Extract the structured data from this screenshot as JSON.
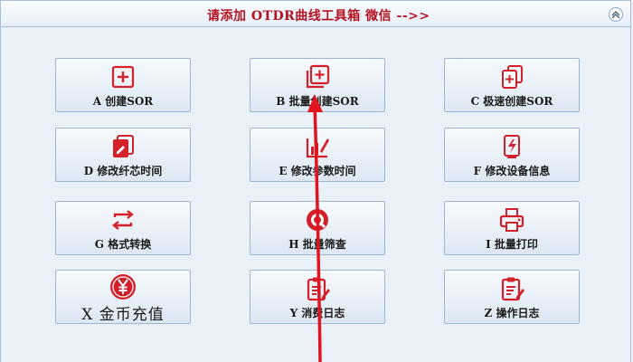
{
  "header": {
    "title": "请添加 OTDR曲线工具箱 微信 -->>"
  },
  "colors": {
    "accent": "#d3212b",
    "text": "#1a1a1a"
  },
  "tiles": [
    {
      "label": "A 创建SOR",
      "icon": "plus-square-icon"
    },
    {
      "label": "B 批量创建SOR",
      "icon": "batch-plus-icon"
    },
    {
      "label": "C 极速创建SOR",
      "icon": "copy-plus-icon"
    },
    {
      "label": "D 修改纤芯时间",
      "icon": "edit-document-icon"
    },
    {
      "label": "E 修改参数时间",
      "icon": "chart-edit-icon"
    },
    {
      "label": "F 修改设备信息",
      "icon": "device-info-icon"
    },
    {
      "label": "G 格式转换",
      "icon": "convert-arrows-icon"
    },
    {
      "label": "H 批量筛查",
      "icon": "filter-circle-icon"
    },
    {
      "label": "I 批量打印",
      "icon": "printer-icon"
    },
    {
      "label": "X 金币充值",
      "icon": "yen-coin-icon"
    },
    {
      "label": "Y 消费日志",
      "icon": "log-clipboard-icon"
    },
    {
      "label": "Z 操作日志",
      "icon": "operation-log-icon"
    }
  ]
}
